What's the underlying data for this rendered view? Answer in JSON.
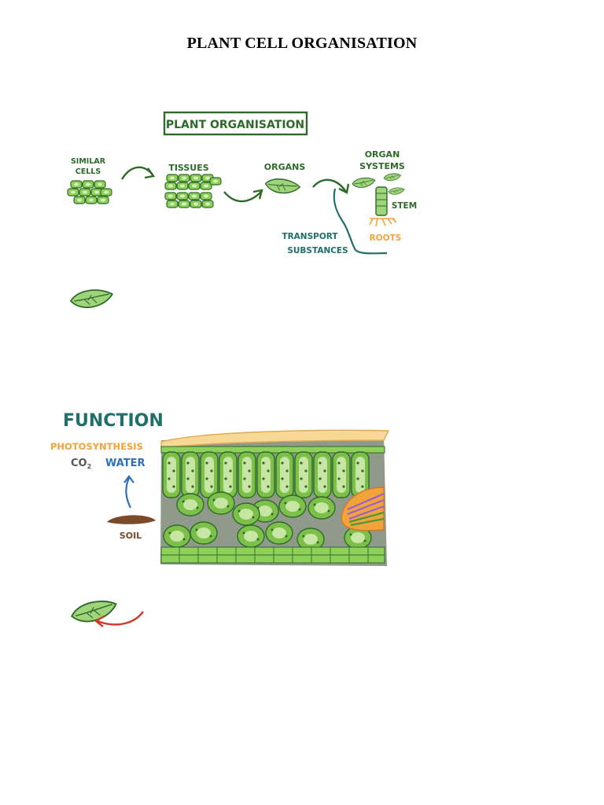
{
  "page": {
    "title": "PLANT CELL ORGANISATION"
  },
  "organisation": {
    "heading": "PLANT ORGANISATION",
    "similar_cells_line1": "SIMILAR",
    "similar_cells_line2": "CELLS",
    "tissues": "TISSUES",
    "organs": "ORGANS",
    "organ_systems_line1": "ORGAN",
    "organ_systems_line2": "SYSTEMS",
    "stem": "STEM",
    "roots": "ROOTS",
    "transport_line1": "TRANSPORT",
    "transport_line2": "SUBSTANCES"
  },
  "function": {
    "heading": "FUNCTION",
    "photosynthesis": "PHOTOSYNTHESIS",
    "co2": "CO",
    "co2_sub": "2",
    "water": "WATER",
    "soil": "SOIL"
  },
  "colors": {
    "dark_green": "#2e6b2a",
    "cell_green": "#7cc04a",
    "teal": "#1f6f6a",
    "orange": "#f2a33a",
    "blue": "#2f6fb5",
    "brown": "#7a4a2a",
    "red": "#d23a2a"
  }
}
